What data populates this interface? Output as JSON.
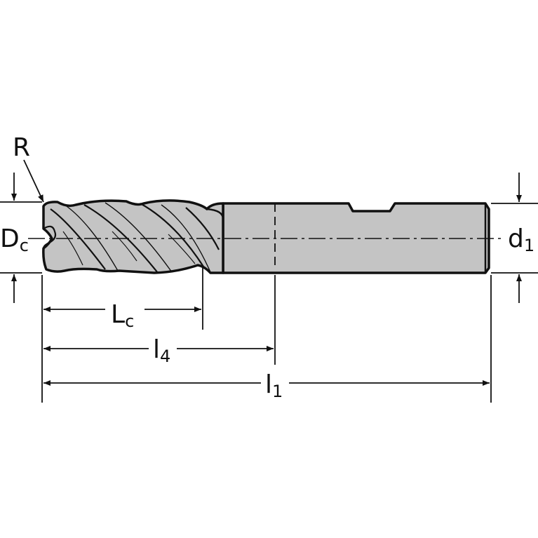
{
  "labels": {
    "radius": "R",
    "cutting_diameter": {
      "main": "D",
      "sub": "c"
    },
    "shank_diameter": {
      "main": "d",
      "sub": "1"
    },
    "cutting_length": {
      "main": "L",
      "sub": "c"
    },
    "neck_length": {
      "main": "l",
      "sub": "4"
    },
    "overall_length": {
      "main": "l",
      "sub": "1"
    }
  },
  "colors": {
    "body": "#c4c4c4",
    "line": "#111111"
  }
}
